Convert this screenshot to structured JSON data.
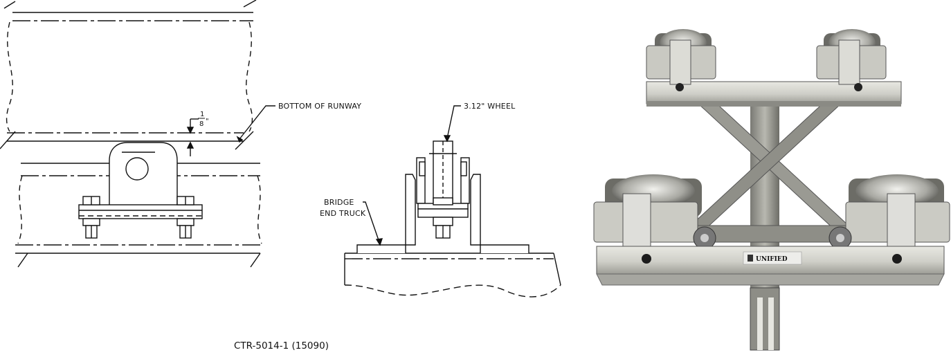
{
  "drawing": {
    "callouts": {
      "runway_bottom": "BOTTOM OF RUNWAY",
      "wheel": "3.12\" WHEEL",
      "bridge_line1": "BRIDGE",
      "bridge_line2": "END TRUCK"
    },
    "clearance_numerator": "1",
    "clearance_denominator": "8",
    "clearance_unit": "\"",
    "drawing_number": "CTR-5014-1 (15090)"
  },
  "photo": {
    "brand_plate": "UNIFIED"
  }
}
